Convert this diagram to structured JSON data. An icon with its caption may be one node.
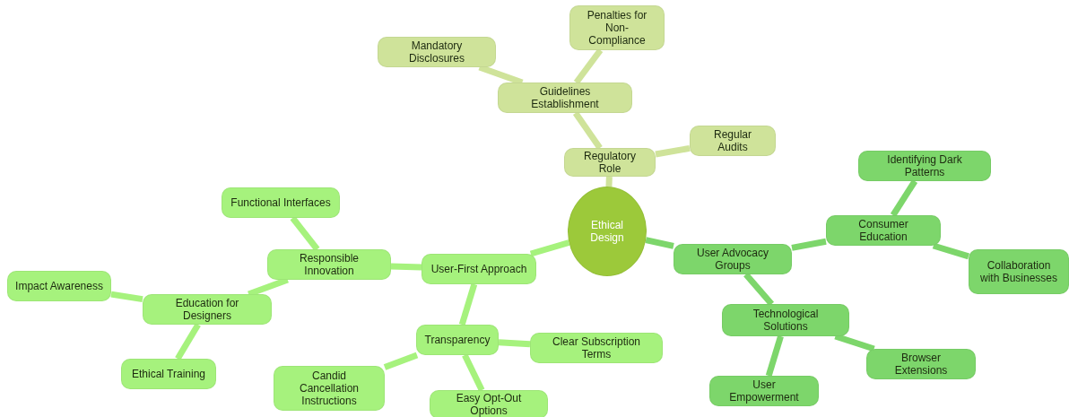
{
  "diagram": {
    "nodes": [
      {
        "text": [
          "Ethical Design"
        ]
      },
      {
        "text": [
          "Regulatory Role"
        ]
      },
      {
        "text": [
          "Guidelines Establishment"
        ]
      },
      {
        "text": [
          "Mandatory Disclosures"
        ]
      },
      {
        "text": [
          "Penalties for Non-Compliance"
        ]
      },
      {
        "text": [
          "Regular Audits"
        ]
      },
      {
        "text": [
          "User Advocacy Groups"
        ]
      },
      {
        "text": [
          "Consumer Education"
        ]
      },
      {
        "text": [
          "Identifying Dark Patterns"
        ]
      },
      {
        "text": [
          "Collaboration with Businesses"
        ]
      },
      {
        "text": [
          "Technological Solutions"
        ]
      },
      {
        "text": [
          "Browser Extensions"
        ]
      },
      {
        "text": [
          "User Empowerment"
        ]
      },
      {
        "text": [
          "User-First Approach"
        ]
      },
      {
        "text": [
          "Responsible Innovation"
        ]
      },
      {
        "text": [
          "Functional Interfaces"
        ]
      },
      {
        "text": [
          "Education for Designers"
        ]
      },
      {
        "text": [
          "Impact Awareness"
        ]
      },
      {
        "text": [
          "Ethical Training"
        ]
      },
      {
        "text": [
          "Transparency"
        ]
      },
      {
        "text": [
          "Clear Subscription Terms"
        ]
      },
      {
        "text": [
          "Candid Cancellation Instructions"
        ]
      },
      {
        "text": [
          "Easy Opt-Out Options"
        ]
      }
    ],
    "edges": [
      {
        "from": 0,
        "to": 1,
        "arrow": "none",
        "color": "#cfe39a"
      },
      {
        "from": 1,
        "to": 2,
        "arrow": "none",
        "color": "#cfe39a"
      },
      {
        "from": 2,
        "to": 3,
        "arrow": "none",
        "color": "#cfe39a"
      },
      {
        "from": 2,
        "to": 4,
        "arrow": "none",
        "color": "#cfe39a"
      },
      {
        "from": 1,
        "to": 5,
        "arrow": "none",
        "color": "#cfe39a"
      },
      {
        "from": 0,
        "to": 6,
        "arrow": "none",
        "color": "#7dd66b"
      },
      {
        "from": 6,
        "to": 7,
        "arrow": "none",
        "color": "#7dd66b"
      },
      {
        "from": 7,
        "to": 8,
        "arrow": "none",
        "color": "#7dd66b"
      },
      {
        "from": 7,
        "to": 9,
        "arrow": "none",
        "color": "#7dd66b"
      },
      {
        "from": 6,
        "to": 10,
        "arrow": "none",
        "color": "#7dd66b"
      },
      {
        "from": 10,
        "to": 11,
        "arrow": "none",
        "color": "#7dd66b"
      },
      {
        "from": 10,
        "to": 12,
        "arrow": "none",
        "color": "#7dd66b"
      },
      {
        "from": 0,
        "to": 13,
        "arrow": "none"
      },
      {
        "from": 13,
        "to": 14,
        "arrow": "none"
      },
      {
        "from": 14,
        "to": 15,
        "arrow": "none"
      },
      {
        "from": 14,
        "to": 16,
        "arrow": "none"
      },
      {
        "from": 16,
        "to": 17,
        "arrow": "none"
      },
      {
        "from": 16,
        "to": 18,
        "arrow": "none"
      },
      {
        "from": 13,
        "to": 19,
        "arrow": "none"
      },
      {
        "from": 19,
        "to": 20,
        "arrow": "none"
      },
      {
        "from": 19,
        "to": 21,
        "arrow": "none"
      },
      {
        "from": 19,
        "to": 22,
        "arrow": "none"
      }
    ]
  }
}
